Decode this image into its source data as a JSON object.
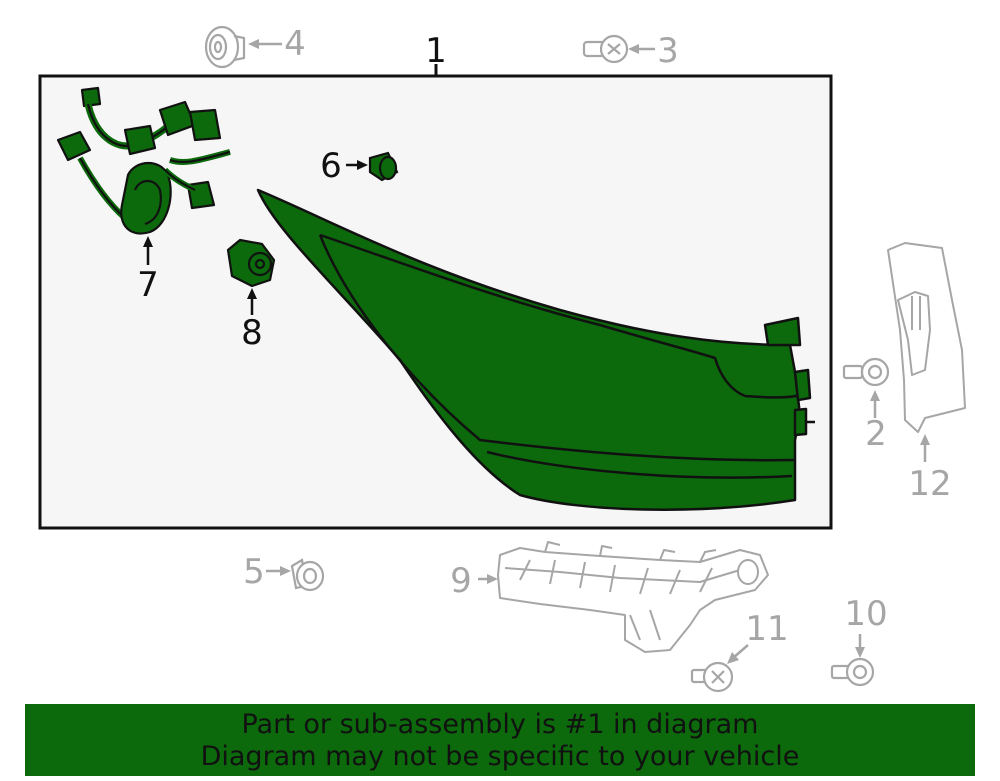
{
  "callouts": {
    "c1": "1",
    "c2": "2",
    "c3": "3",
    "c4": "4",
    "c5": "5",
    "c6": "6",
    "c7": "7",
    "c8": "8",
    "c9": "9",
    "c10": "10",
    "c11": "11",
    "c12": "12"
  },
  "banner": {
    "line1": "Part or sub-assembly is #1 in diagram",
    "line2": "Diagram may not be specific to your vehicle"
  },
  "colors": {
    "highlight": "#0c6a0c",
    "outline": "#111111",
    "muted": "#a6a6a6",
    "panel": "#f6f6f6"
  }
}
